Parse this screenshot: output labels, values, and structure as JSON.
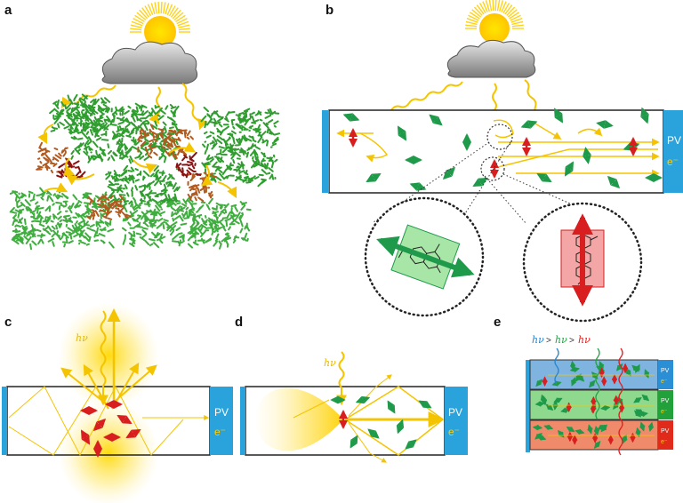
{
  "panels": {
    "a": {
      "label": "a"
    },
    "b": {
      "label": "b",
      "pv": "PV",
      "electron": "e⁻"
    },
    "c": {
      "label": "c",
      "hv": "hν",
      "pv": "PV",
      "electron": "e⁻"
    },
    "d": {
      "label": "d",
      "hv": "hν",
      "pv": "PV",
      "electron": "e⁻"
    },
    "e": {
      "label": "e",
      "hv_high": "hν",
      "gt1": ">",
      "hv_mid": "hν",
      "gt2": ">",
      "hv_low": "hν",
      "layers": [
        {
          "pv": "PV",
          "electron": "e⁻",
          "color": "#7fb3e0",
          "bar": "#2b8fd6"
        },
        {
          "pv": "PV",
          "electron": "e⁻",
          "color": "#8fd98f",
          "bar": "#22a03a"
        },
        {
          "pv": "PV",
          "electron": "e⁻",
          "color": "#ef8a6a",
          "bar": "#e02a1a"
        }
      ]
    }
  },
  "colors": {
    "sun": "#ffd21a",
    "light": "#f5c400",
    "green_dipole": "#1f9a4a",
    "red_dipole": "#d81e1e",
    "pv_bar": "#2aa3dc",
    "waveguide_border": "#222222",
    "cloud": "#9a9a9a",
    "hv_blue": "#2a86c8",
    "hv_green": "#2aa04a",
    "hv_red": "#e02020"
  },
  "icons": [
    "sun-icon",
    "cloud-icon",
    "green-dye-molecule",
    "red-dye-molecule"
  ]
}
